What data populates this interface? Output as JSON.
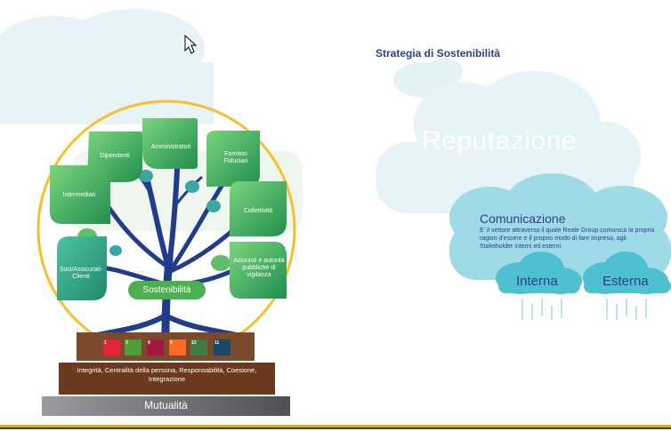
{
  "slide": {
    "title": "Strategia di Sostenibilità",
    "reputation_cloud": "Reputazione",
    "communication": {
      "heading": "Comunicazione",
      "body": "E' il vettore attraverso il quale Reale Group comunica la propria ragion d'essere e il proprio modo di fare impresa, agli Stakeholder interni ed esterni.",
      "internal": "Interna",
      "external": "Esterna"
    },
    "tree": {
      "leaves": [
        "Dipendenti",
        "Amministratori",
        "Fornitori Fiduciari",
        "Intermediari",
        "Collettività",
        "Soci/Assicurati-Clienti",
        "Azionisti e autorità pubbliche di vigilanza"
      ],
      "trunk_label": "Sostenibilità"
    },
    "base": {
      "sdg_goals": [
        "1",
        "3",
        "8",
        "9",
        "12",
        "11"
      ],
      "values": "Integrità, Centralità della persona, Responsabilità, Coesione, Integrazione",
      "foundation": "Mutualità"
    }
  },
  "colors": {
    "title_blue": "#2a3f8f",
    "leaf_green": "#4caf50",
    "ring_yellow": "#f5c02a",
    "trunk_blue": "#223c8c",
    "cloud_teal": "#7ccfdf",
    "brown": "#6b3a1e",
    "gray": "#6d6e71",
    "gold_line": "#e3b200"
  },
  "icons": {
    "cursor": "arrow-cursor-icon"
  }
}
